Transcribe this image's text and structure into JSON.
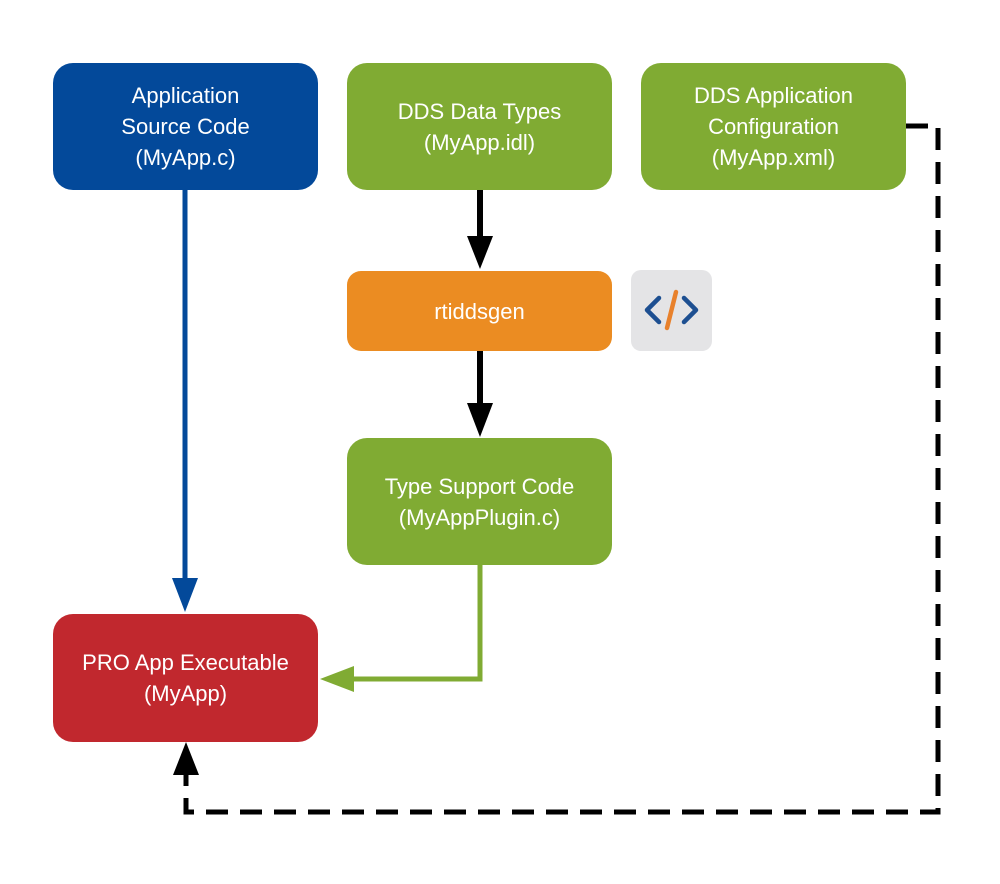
{
  "colors": {
    "source": "#03499a",
    "green": "#80ab33",
    "orange": "#eb8c22",
    "red": "#c1282e",
    "icon_bg": "#e4e4e6",
    "icon_blue": "#1d4f91",
    "icon_orange": "#e8812c",
    "dashed": "#000000"
  },
  "nodes": {
    "app_source": {
      "lines": [
        "Application",
        "Source Code",
        "(MyApp.c)"
      ]
    },
    "data_types": {
      "lines": [
        "DDS Data Types",
        "(MyApp.idl)"
      ]
    },
    "app_config": {
      "lines": [
        "DDS Application",
        "Configuration",
        "(MyApp.xml)"
      ]
    },
    "rtiddsgen": {
      "lines": [
        "rtiddsgen"
      ]
    },
    "type_support": {
      "lines": [
        "Type Support Code",
        "(MyAppPlugin.c)"
      ]
    },
    "executable": {
      "lines": [
        "PRO App Executable",
        "(MyApp)"
      ]
    }
  },
  "icons": {
    "code": "code-brackets-icon"
  }
}
